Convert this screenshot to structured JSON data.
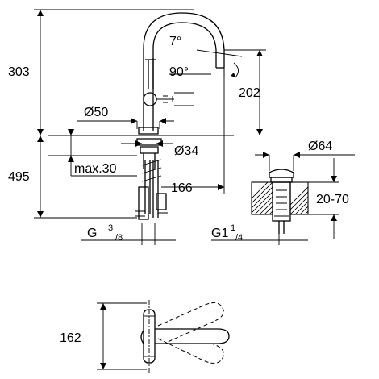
{
  "dimensions": {
    "total_height_top": "303",
    "spout_height": "202",
    "total_depth_bottom": "495",
    "bottom_width": "162",
    "spout_reach": "166",
    "base_diameter": "Ø50",
    "hole_diameter": "Ø34",
    "plug_diameter": "Ø64",
    "deck_thickness": "max.30",
    "plug_range": "20-70",
    "spout_angle": "7°",
    "swivel_angle": "90°"
  },
  "threads": {
    "supply": {
      "main": "G",
      "sup": "3",
      "sub": "/8"
    },
    "waste": {
      "main": "G1",
      "sup": "1",
      "sub": "/4"
    }
  }
}
